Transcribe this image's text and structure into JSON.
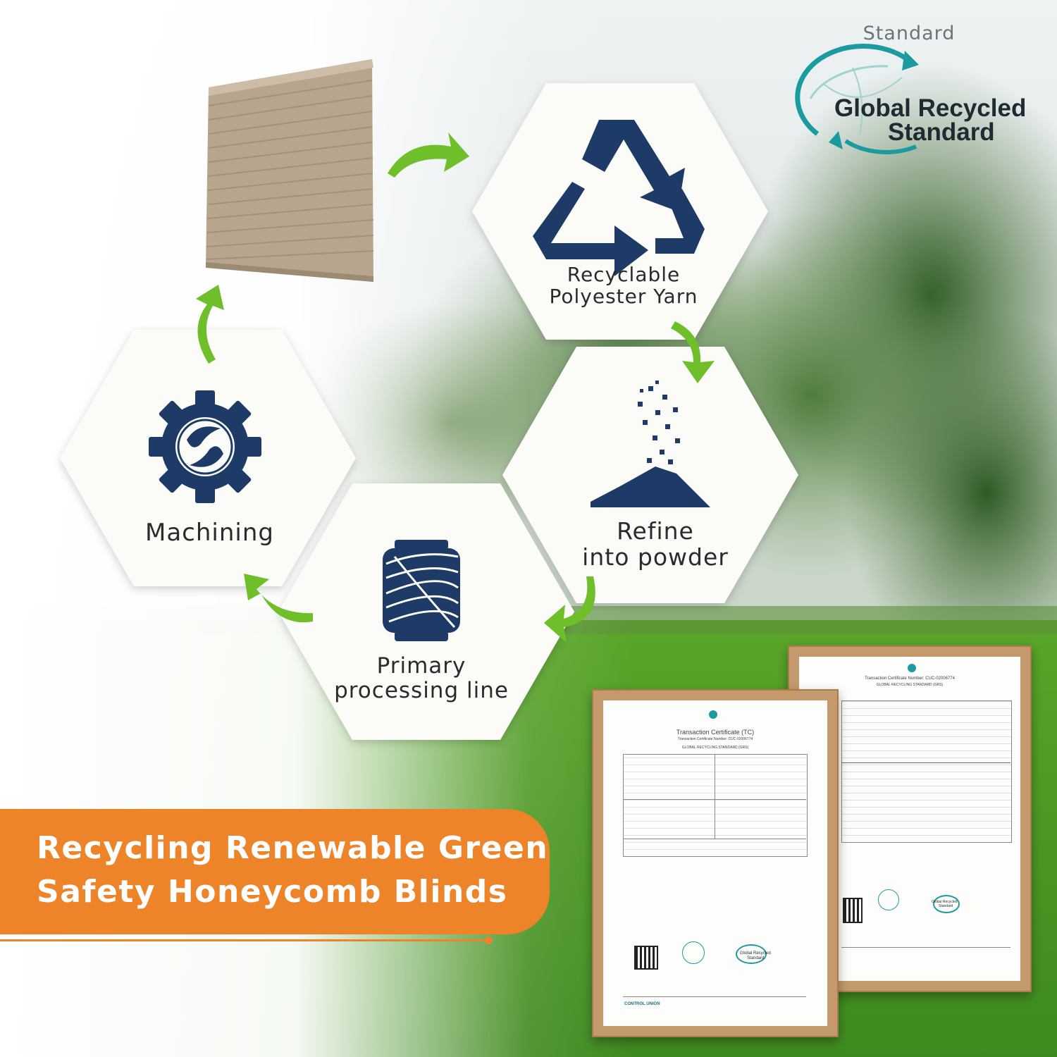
{
  "colors": {
    "accent_orange": "#ee8429",
    "arrow_green": "#6fbf2a",
    "icon_navy": "#1d3b66",
    "grs_teal": "#1b9aa0"
  },
  "header": {
    "standard_label": "Standard",
    "grs_logo": {
      "line1": "Global Recycled",
      "line2": "Standard"
    }
  },
  "steps": [
    {
      "icon": "recycle-icon",
      "label_line1": "Recyclable",
      "label_line2": "Polyester Yarn"
    },
    {
      "icon": "powder-pile-icon",
      "label_line1": "Refine",
      "label_line2": "into powder"
    },
    {
      "icon": "yarn-spool-icon",
      "label_line1": "Primary",
      "label_line2": "processing line"
    },
    {
      "icon": "gear-icon",
      "label_line1": "Machining",
      "label_line2": ""
    }
  ],
  "banner": {
    "line1": "Recycling Renewable Green",
    "line2": "Safety Honeycomb Blinds"
  },
  "certificates": {
    "front": {
      "title": "Transaction Certificate (TC)",
      "number_line": "Transaction Certificate Number: CUC-02006774",
      "standard_line": "GLOBAL RECYCLING STANDARD (GRS)",
      "grs_line1": "Global Recycled",
      "grs_line2": "Standard",
      "footer_brand": "CONTROL UNION"
    },
    "back": {
      "title": "Transaction Certificate Number: CUC-02006774",
      "standard_line": "GLOBAL RECYCLING STANDARD (GRS)",
      "grs_line1": "Global Recycled",
      "grs_line2": "Standard"
    }
  }
}
